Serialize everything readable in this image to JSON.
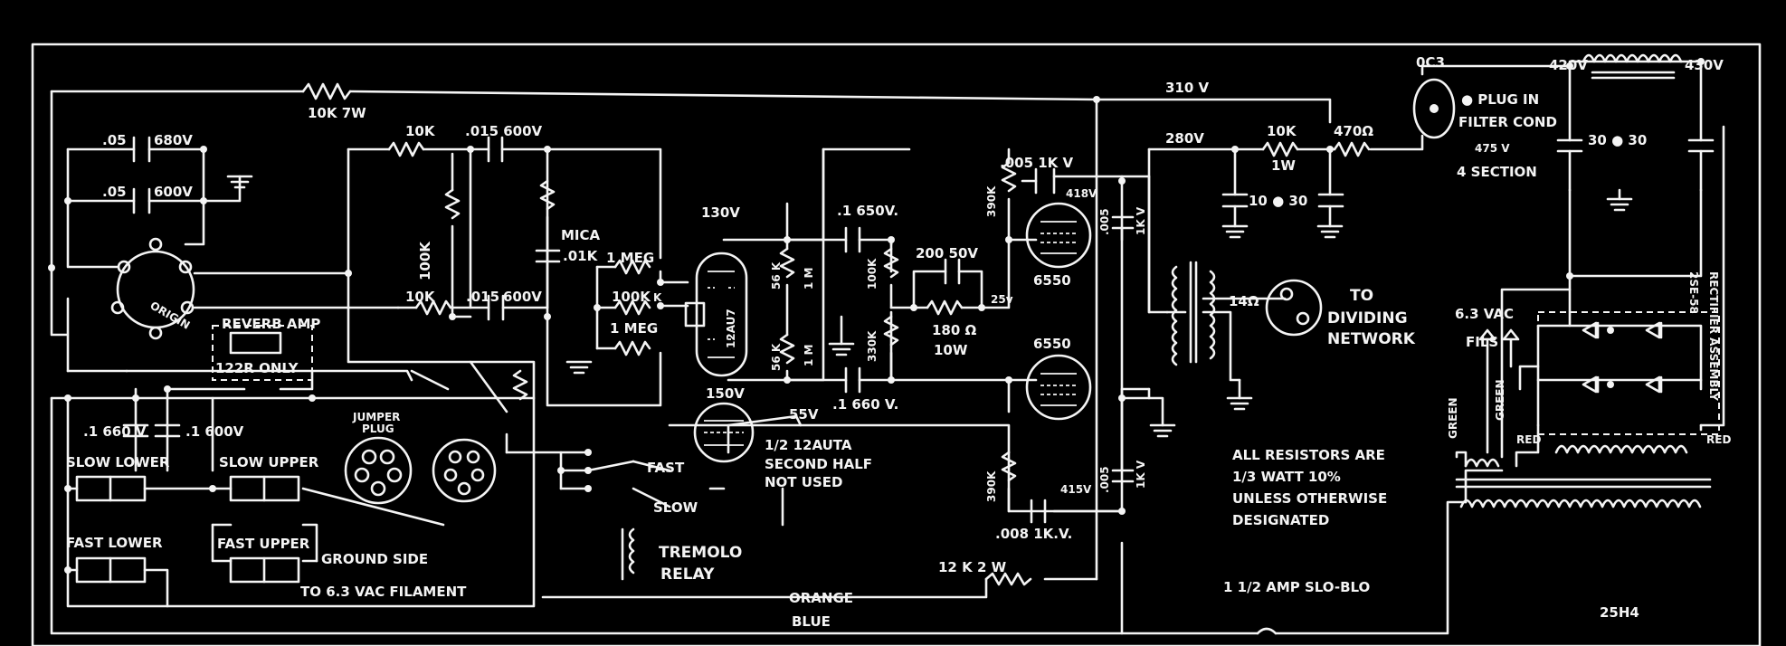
{
  "labels": {
    "r_10k_7w": "10K 7W",
    "c_05_680": ".05",
    "c_680v": "680V",
    "c_05_600": ".05",
    "c_600v": "600V",
    "r_10k_a": "10K",
    "c_015_600": ".015 600V",
    "r_100k": "100K",
    "r_10k_b": "10K",
    "c_015b": ".015",
    "c_600v_b": "600V",
    "mica": "MICA",
    "mica_val": ".01K",
    "r_1meg_a": "1 MEG",
    "r_100k_c": "100K",
    "k_label": "K",
    "r_1meg_b": "1 MEG",
    "v130": "130V",
    "tube_12au7": "12AU7",
    "r_56k_a": "56 K",
    "r_1m_a": "1 M",
    "r_56k_b": "56 K",
    "r_1m_b": "1 M",
    "c_1_650": ".1  650V.",
    "r_100k_d": "100K",
    "r_330k": "330K",
    "c_1_660": ".1  660 V.",
    "c_200_50": "200  50V",
    "r_180": "180 Ω",
    "r_10w": "10W",
    "v25": "25v",
    "c_005_1kv": ".005  1K V",
    "r_390k": "390K",
    "v_418": "418V",
    "tube_6550_a": "6550",
    "tube_6550_b": "6550",
    "c_005b": ".005",
    "c_1kv": "1K V",
    "r_390k_b": "390K",
    "v_415": "415V",
    "c_008": ".008  1K.V.",
    "c_005c": ".005",
    "c_1kv_b": "1K V",
    "v_150": "150V",
    "v_55": "55V",
    "half_tube_1": "1/2     12AUTA",
    "half_tube_2": "SECOND HALF",
    "half_tube_3": "NOT USED",
    "fast": "FAST",
    "slow": "SLOW",
    "tremolo": "TREMOLO",
    "relay": "RELAY",
    "reverb_amp": "REVERB AMP",
    "reverb_only": "122R   ONLY",
    "c_1_660b": ".1  660 V",
    "c_1_600b": ".1  600V",
    "jumper": "JUMPER",
    "plug": "PLUG",
    "slow_lower": "SLOW LOWER",
    "slow_upper": "SLOW UPPER",
    "fast_lower": "FAST LOWER",
    "fast_upper": "FAST UPPER",
    "ground_side": "GROUND SIDE",
    "filament": "TO 6.3 VAC FILAMENT",
    "r_12k_2w": "12 K    2 W",
    "orange": "ORANGE",
    "blue": "BLUE",
    "v310": "310 V",
    "v280": "280V",
    "r_10k_1w_a": "10K",
    "r_10k_1w_b": "1W",
    "r_470": "470Ω",
    "oc3": "0C3",
    "plug_in": "● PLUG IN",
    "filter_cond": "FILTER COND",
    "v475": "475 V",
    "section": "4 SECTION",
    "c_10_30": "10  ●  30",
    "v420": "420V",
    "v430": "430V",
    "c_30_30": "30    ●    30",
    "rect_1": "RECTIFIER ASSEMBLY",
    "rect_2": "2SE-58",
    "speaker": "14Ω",
    "to": "TO",
    "dividing": "DIVIDING",
    "network": "NETWORK",
    "vac": "6.3 VAC",
    "fils": "FILS",
    "green_a": "GREEN",
    "green_b": "GREEN",
    "red_a": "RED",
    "red_b": "RED",
    "note_1": "ALL RESISTORS ARE",
    "note_2": "1/3  WATT 10%",
    "note_3": "UNLESS OTHERWISE",
    "note_4": "DESIGNATED",
    "fuse": "1 1/2 AMP SLO-BLO",
    "xfmr_code": "25H4",
    "socket": "ORIGIN"
  }
}
